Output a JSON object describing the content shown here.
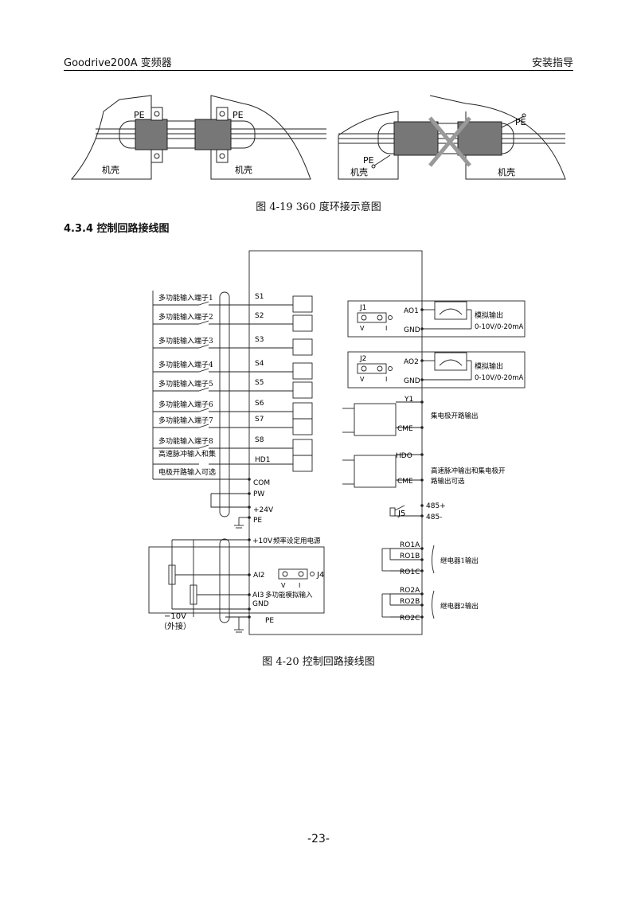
{
  "header": {
    "left": "Goodrive200A 变频器",
    "right": "安装指导"
  },
  "fig19": {
    "caption": "图 4-19 360 度环接示意图",
    "pe": "PE",
    "chassis": "机壳"
  },
  "section": {
    "title": "4.3.4 控制回路接线图"
  },
  "fig20": {
    "caption": "图 4-20  控制回路接线图",
    "inputs": [
      {
        "label": "多功能输入端子1",
        "terminal": "S1"
      },
      {
        "label": "多功能输入端子2",
        "terminal": "S2"
      },
      {
        "label": "多功能输入端子3",
        "terminal": "S3"
      },
      {
        "label": "多功能输入端子4",
        "terminal": "S4"
      },
      {
        "label": "多功能输入端子5",
        "terminal": "S5"
      },
      {
        "label": "多功能输入端子6",
        "terminal": "S6"
      },
      {
        "label": "多功能输入端子7",
        "terminal": "S7"
      },
      {
        "label": "多功能输入端子8",
        "terminal": "S8"
      }
    ],
    "hd1": {
      "label1": "高速脉冲输入和集",
      "label2": "电极开路输入可选",
      "terminal": "HD1"
    },
    "com": "COM",
    "pw": "PW",
    "v24": "+24V",
    "pe": "PE",
    "v10": "+10V",
    "v10_label": "频率设定用电源",
    "ai2": "AI2",
    "ai3": "AI3",
    "ai3_label": "多功能模拟输入",
    "gnd": "GND",
    "ext1": "−10V",
    "ext2": "（外接）",
    "j4": "J4",
    "v": "V",
    "i": "I",
    "j1": "J1",
    "j2": "J2",
    "ao1": "AO1",
    "ao2": "AO2",
    "analog_out": "模拟输出",
    "analog_range": "0-10V/0-20mA",
    "y1": "Y1",
    "cme": "CME",
    "oc_out": "集电极开路输出",
    "hdo": "HDO",
    "hdo_label1": "高速脉冲输出和集电极开",
    "hdo_label2": "路输出可选",
    "j5": "J5",
    "rs485p": "485+",
    "rs485n": "485-",
    "ro1": [
      "RO1A",
      "RO1B",
      "RO1C"
    ],
    "ro2": [
      "RO2A",
      "RO2B",
      "RO2C"
    ],
    "relay1": "继电器1输出",
    "relay2": "继电器2输出"
  },
  "footer": {
    "page": "-23-"
  }
}
